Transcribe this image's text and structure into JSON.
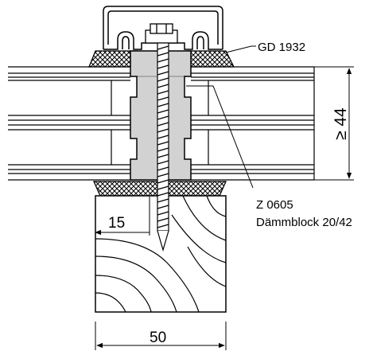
{
  "labels": {
    "gasket": "GD 1932",
    "block_code": "Z 0605",
    "block_name": "Dämmblock 20/42",
    "height_dim": "≥ 44",
    "offset_dim": "15",
    "width_dim": "50"
  },
  "colors": {
    "line": "#000000",
    "block_fill": "#d2d2d2",
    "background": "#ffffff"
  }
}
